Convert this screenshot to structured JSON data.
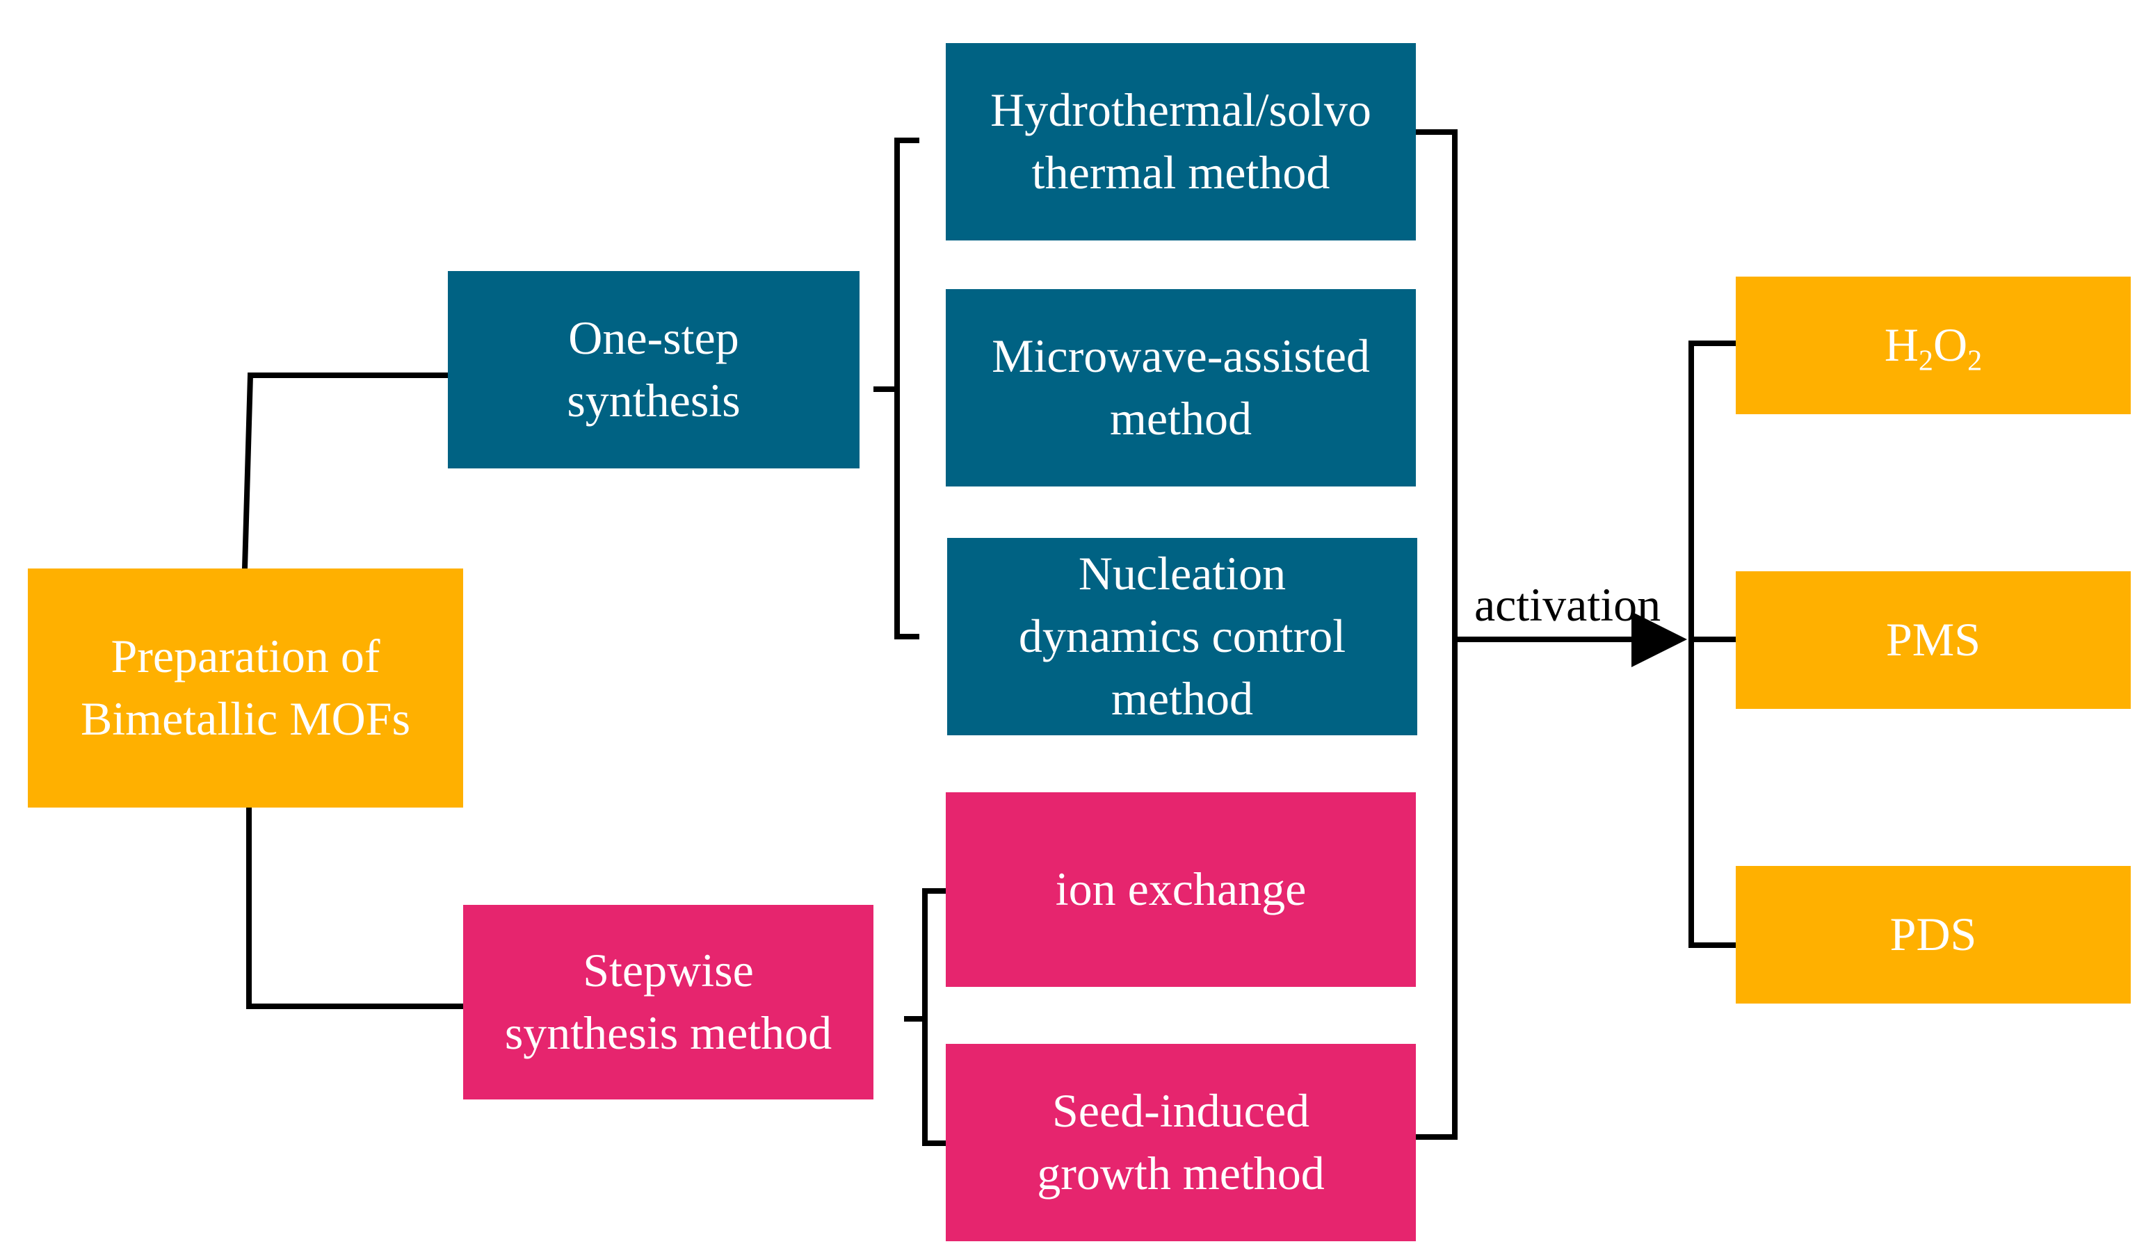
{
  "colors": {
    "orange": "#FFB000",
    "teal": "#006283",
    "pink": "#E6256E",
    "line": "#000000",
    "text_on_box": "#FFFFFF"
  },
  "nodes": {
    "root": {
      "label": "Preparation of\nBimetallic MOFs",
      "color": "orange"
    },
    "one_step": {
      "label": "One-step\nsynthesis",
      "color": "teal"
    },
    "stepwise": {
      "label": "Stepwise\nsynthesis method",
      "color": "pink"
    },
    "hydrothermal": {
      "label": "Hydrothermal/solvo\nthermal method",
      "color": "teal"
    },
    "microwave": {
      "label": "Microwave-assisted\nmethod",
      "color": "teal"
    },
    "nucleation": {
      "label": "Nucleation\ndynamics control\nmethod",
      "color": "teal"
    },
    "ion_exchange": {
      "label": "ion exchange",
      "color": "pink"
    },
    "seed_induced": {
      "label": "Seed-induced\ngrowth method",
      "color": "pink"
    },
    "h2o2": {
      "label_main": "H",
      "label_sub1": "2",
      "label_mid": "O",
      "label_sub2": "2",
      "color": "orange"
    },
    "pms": {
      "label": "PMS",
      "color": "orange"
    },
    "pds": {
      "label": "PDS",
      "color": "orange"
    }
  },
  "edge_labels": {
    "activation": "activation"
  }
}
